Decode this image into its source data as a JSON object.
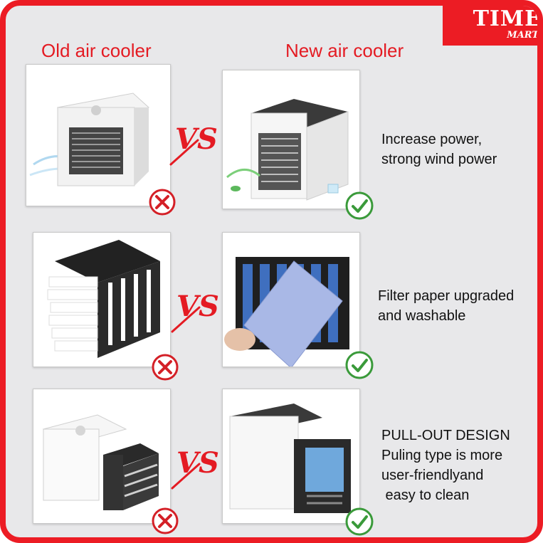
{
  "brand": {
    "title": "TIME",
    "subtitle": "MART"
  },
  "headers": {
    "old": "Old air cooler",
    "new": "New air cooler"
  },
  "vs_label": "VS",
  "rows": [
    {
      "lines": [
        "Increase power,",
        "strong wind power"
      ]
    },
    {
      "lines": [
        "Filter paper upgraded",
        "and washable"
      ]
    },
    {
      "lines": [
        "PULL-OUT DESIGN",
        "Puling type is more",
        "user-friendlyand",
        " easy to clean"
      ]
    }
  ],
  "colors": {
    "accent": "#ec1c24",
    "good": "#3a9a3a",
    "bad": "#d42027"
  },
  "icons": {
    "bad": "cross-icon",
    "good": "check-icon"
  }
}
